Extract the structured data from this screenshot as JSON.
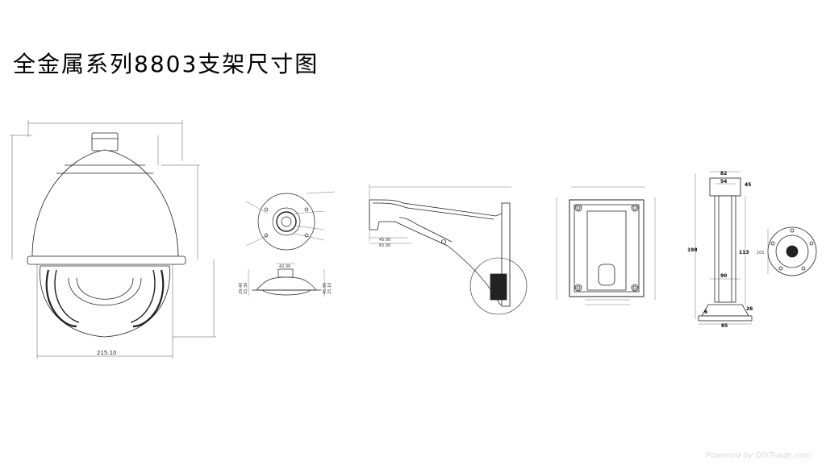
{
  "title": "全金属系列8803支架尺寸图",
  "watermark": "Powered by DIYTrade.com",
  "views": {
    "dome": {
      "width_label": "215.10"
    },
    "mount_plate": {
      "labels": [
        "42.00",
        "29.40",
        "15.30",
        "45.90",
        "15.10"
      ]
    },
    "bracket_arm": {
      "labels": [
        "45.00",
        "65.00"
      ]
    },
    "pendant_pole": {
      "labels": [
        "82",
        "54",
        "45",
        "198",
        "113",
        "90",
        "6",
        "26",
        "85",
        "101"
      ]
    }
  }
}
